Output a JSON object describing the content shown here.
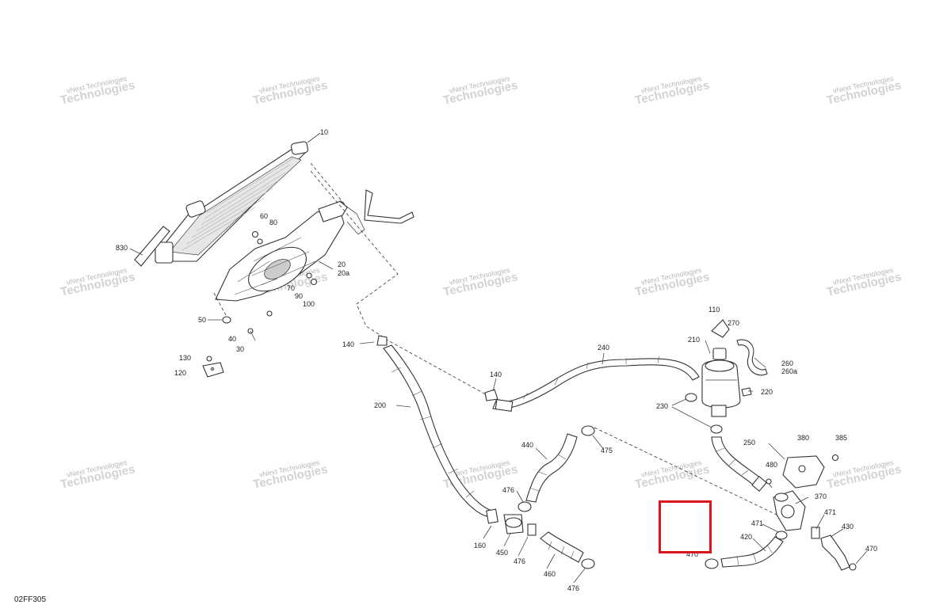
{
  "diagram_code": "02FF305",
  "watermark": {
    "line1": "vNext",
    "line2": "Technologies",
    "small": "vNext Technologies"
  },
  "highlight_color": "#d9151b",
  "labels": {
    "p10": "10",
    "p20": "20",
    "p20a": "20a",
    "p30": "30",
    "p40": "40",
    "p50": "50",
    "p60": "60",
    "p70": "70",
    "p80": "80",
    "p90": "90",
    "p100": "100",
    "p110": "110",
    "p120": "120",
    "p130": "130",
    "p140a": "140",
    "p140b": "140",
    "p160": "160",
    "p200": "200",
    "p210": "210",
    "p220": "220",
    "p230": "230",
    "p240": "240",
    "p250": "250",
    "p260": "260",
    "p260a": "260a",
    "p270": "270",
    "p370": "370",
    "p380": "380",
    "p385": "385",
    "p420": "420",
    "p430": "430",
    "p440": "440",
    "p450": "450",
    "p460": "460",
    "p470a": "470",
    "p470b": "470",
    "p471a": "471",
    "p471b": "471",
    "p475": "475",
    "p476a": "476",
    "p476b": "476",
    "p476c": "476",
    "p480": "480",
    "p830": "830"
  }
}
